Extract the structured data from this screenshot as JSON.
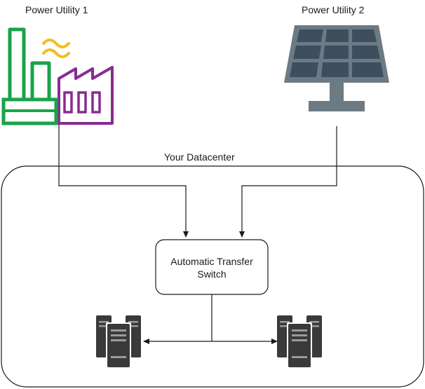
{
  "labels": {
    "utility_1": "Power Utility 1",
    "utility_2": "Power Utility 2",
    "datacenter": "Your Datacenter",
    "ats_line_1": "Automatic Transfer",
    "ats_line_2": "Switch"
  },
  "icons": {
    "utility_1": "factory-icon",
    "utility_2": "solar-panel-icon",
    "server_left": "server-rack-icon",
    "server_right": "server-rack-icon"
  },
  "colors": {
    "factory_green": "#1aa34a",
    "factory_purple": "#8b2a92",
    "smoke_yellow": "#f2bd1d",
    "solar_frame": "#6c7a84",
    "solar_cell": "#3d4f5f",
    "server_dark": "#3a3a3a",
    "line": "#1a1a1a"
  }
}
